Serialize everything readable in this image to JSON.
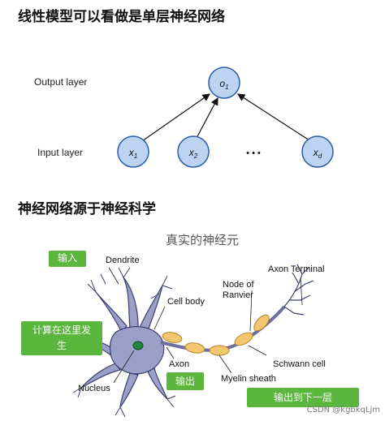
{
  "header_title": "线性模型可以看做是单层神经网络",
  "network": {
    "output_layer_label": "Output layer",
    "input_layer_label": "Input layer",
    "output_node": {
      "base": "o",
      "sub": "1"
    },
    "input_nodes": [
      {
        "base": "x",
        "sub": "1"
      },
      {
        "base": "x",
        "sub": "2"
      },
      {
        "base": "x",
        "sub": "d"
      }
    ],
    "ellipsis": "• • •"
  },
  "section2_title": "神经网络源于神经科学",
  "neuron": {
    "title": "真实的神经元",
    "labels": {
      "dendrite": "Dendrite",
      "cell_body": "Cell body",
      "node_of_ranvier_1": "Node of",
      "node_of_ranvier_2": "Ranvier",
      "axon_terminal": "Axon Terminal",
      "schwann_cell": "Schwann cell",
      "axon": "Axon",
      "nucleus": "Nucleus",
      "myelin_sheath": "Myelin sheath"
    },
    "callouts": {
      "input": "输入",
      "compute_1": "计算在这里发",
      "compute_2": "生",
      "output": "输出",
      "output_next": "输出到下一层"
    },
    "colors": {
      "node_fill": "#bcd4f2",
      "node_stroke": "#2a5ea8",
      "callout": "#5ab63c",
      "neuron_fill": "#9aa0c8",
      "myelin": "#f2c770"
    }
  },
  "watermark": "CSDN @kgbkqLjm"
}
